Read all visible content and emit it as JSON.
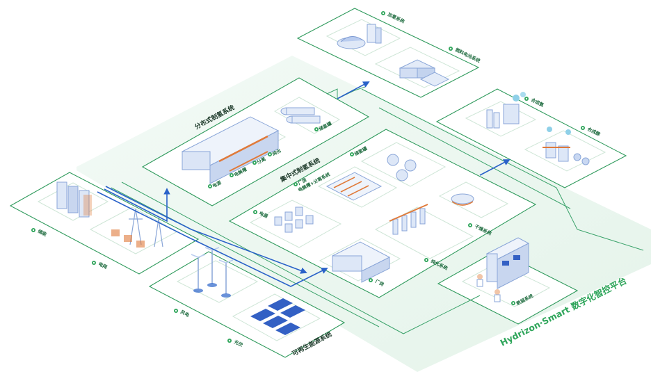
{
  "brand": {
    "platform_title": "Hydrizon·Smart 数字化智控平台",
    "accent": "#2ea55a",
    "panel_stroke": "#2f9a5c",
    "pipe_color": "#2a62c9"
  },
  "systems": {
    "distributed": {
      "title": "分布式制氢系统",
      "labels": {
        "power": "电源",
        "electrolyzer": "电解槽",
        "separation": "分离",
        "purification": "纯化",
        "storage": "储氢罐"
      }
    },
    "centralized": {
      "title": "集中式制氢系统",
      "labels": {
        "factory_top": "厂房",
        "electrolyzer_sep": "电解槽+分离系统",
        "storage": "储氢罐",
        "power": "电源",
        "drying": "干燥系统",
        "purification": "纯化系统",
        "factory": "厂房"
      }
    },
    "transport": {
      "labels": {
        "hydrogen_refuel": "加氢系统",
        "fuel_cell": "燃料电池系统"
      }
    },
    "chemical": {
      "labels": {
        "synthetic_ammonia": "合成氨",
        "synthetic_methanol": "合成醇"
      }
    },
    "grid": {
      "labels": {
        "storage": "储能",
        "power_grid": "电网"
      }
    },
    "renewable": {
      "title": "可再生能源系统",
      "labels": {
        "wind": "风电",
        "solar": "光伏"
      }
    },
    "control": {
      "labels": {
        "data_center": "数据系统"
      }
    }
  }
}
